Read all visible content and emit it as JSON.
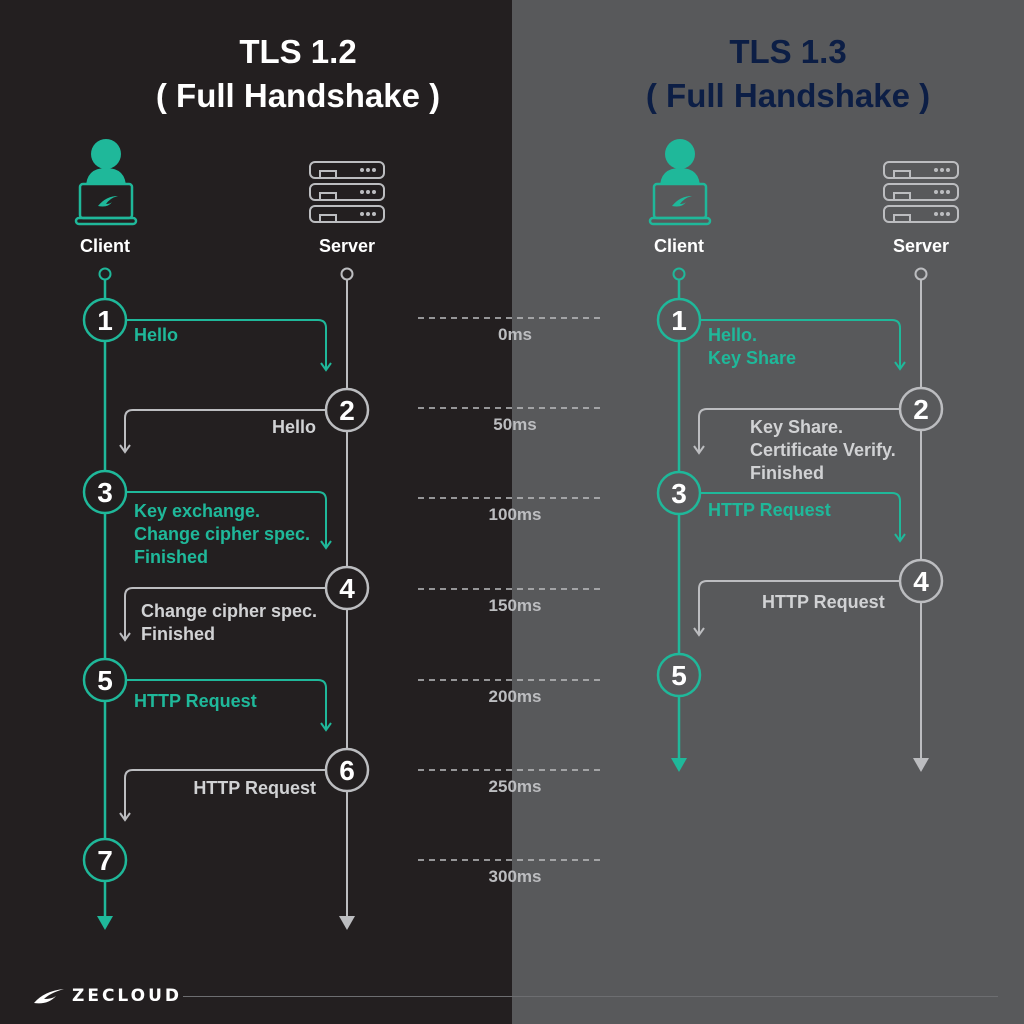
{
  "brand": {
    "name": "ZECLOUD",
    "colors": {
      "left_background": "#231f20",
      "right_background": "#58595b",
      "client_accent": "#1fb89a",
      "server_line": "#bcbdc0",
      "right_title": "#0c1e45"
    }
  },
  "left": {
    "title_line1": "TLS 1.2",
    "title_line2": "( Full Handshake )",
    "client_label": "Client",
    "server_label": "Server",
    "client_icon": "user-laptop-icon",
    "server_icon": "server-rack-icon",
    "steps": [
      {
        "number": "1",
        "side": "client",
        "message": "Hello",
        "direction": "to-server"
      },
      {
        "number": "2",
        "side": "server",
        "message": "Hello",
        "direction": "to-client"
      },
      {
        "number": "3",
        "side": "client",
        "message": "Key exchange.\nChange cipher spec.\nFinished",
        "direction": "to-server"
      },
      {
        "number": "4",
        "side": "server",
        "message": "Change cipher spec.\nFinished",
        "direction": "to-client"
      },
      {
        "number": "5",
        "side": "client",
        "message": "HTTP Request",
        "direction": "to-server"
      },
      {
        "number": "6",
        "side": "server",
        "message": "HTTP Request",
        "direction": "to-client"
      },
      {
        "number": "7",
        "side": "client",
        "message": "",
        "direction": "none"
      }
    ]
  },
  "right": {
    "title_line1": "TLS 1.3",
    "title_line2": "( Full Handshake )",
    "client_label": "Client",
    "server_label": "Server",
    "client_icon": "user-laptop-icon",
    "server_icon": "server-rack-icon",
    "steps": [
      {
        "number": "1",
        "side": "client",
        "message": "Hello.\nKey Share",
        "direction": "to-server"
      },
      {
        "number": "2",
        "side": "server",
        "message": "Key Share.\nCertificate Verify.\nFinished",
        "direction": "to-client"
      },
      {
        "number": "3",
        "side": "client",
        "message": "HTTP Request",
        "direction": "to-server"
      },
      {
        "number": "4",
        "side": "server",
        "message": "HTTP Request",
        "direction": "to-client"
      },
      {
        "number": "5",
        "side": "client",
        "message": "",
        "direction": "none"
      }
    ]
  },
  "timeline": {
    "labels": [
      "0ms",
      "50ms",
      "100ms",
      "150ms",
      "200ms",
      "250ms",
      "300ms"
    ]
  }
}
